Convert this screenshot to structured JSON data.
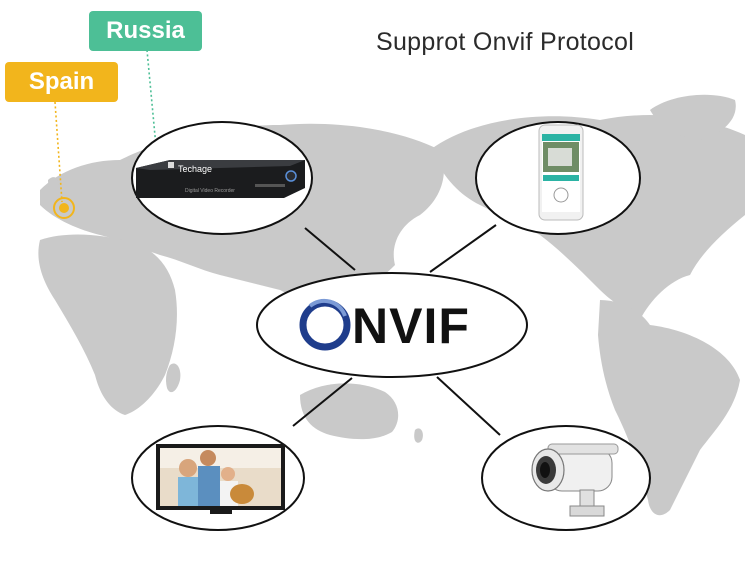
{
  "title": "Supprot Onvif Protocol",
  "labels": {
    "russia": "Russia",
    "spain": "Spain"
  },
  "center_logo": "NVIF",
  "nvr_brand": "Techage",
  "nvr_subtitle": "Digital Video Recorder",
  "colors": {
    "russia_tag": "#4dbf96",
    "spain_tag": "#f2b51c",
    "map": "#c8c8c8",
    "onvif_blue": "#1f3d8c",
    "onvif_dark": "#111111"
  }
}
